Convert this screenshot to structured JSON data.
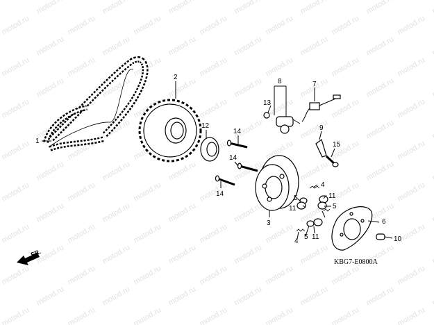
{
  "diagram": {
    "watermark_text": "motod.ru",
    "code": "KBG7-E0800A",
    "direction_label": "FR.",
    "callouts": {
      "p1": "1",
      "p2": "2",
      "p3": "3",
      "p4a": "4",
      "p4b": "4",
      "p5a": "5",
      "p5b": "5",
      "p5c": "5",
      "p6": "6",
      "p7": "7",
      "p8": "8",
      "p9": "9",
      "p10": "10",
      "p11a": "11",
      "p11b": "11",
      "p11c": "11",
      "p12": "12",
      "p13": "13",
      "p14a": "14",
      "p14b": "14",
      "p14c": "14",
      "p15": "15"
    }
  }
}
